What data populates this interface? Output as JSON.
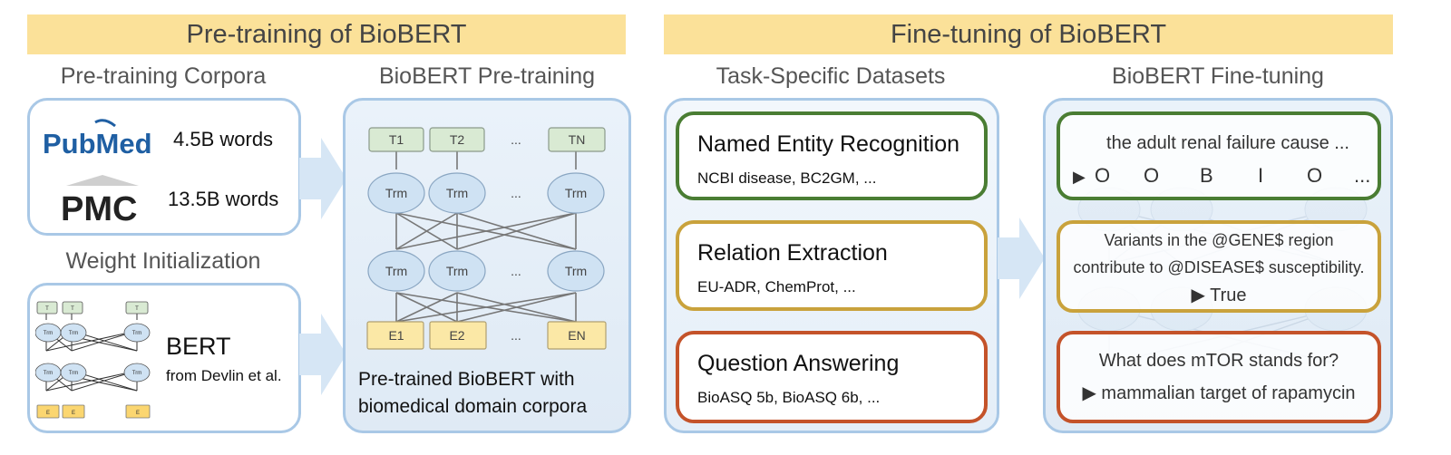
{
  "left_banner": "Pre-training of BioBERT",
  "right_banner": "Fine-tuning of BioBERT",
  "headings": {
    "corpora": "Pre-training Corpora",
    "pretraining": "BioBERT Pre-training",
    "weight_init": "Weight Initialization",
    "datasets": "Task-Specific Datasets",
    "finetuning": "BioBERT Fine-tuning"
  },
  "corpora": {
    "pubmed_logo": "PubMed",
    "pubmed_words": "4.5B words",
    "pmc_logo": "PMC",
    "pmc_words": "13.5B words"
  },
  "weight_init": {
    "bert_title": "BERT",
    "bert_source": "from Devlin et al."
  },
  "network": {
    "top_labels": [
      "T1",
      "T2",
      "...",
      "TN"
    ],
    "trm_label": "Trm",
    "ellipsis": "...",
    "bottom_labels": [
      "E1",
      "E2",
      "...",
      "EN"
    ]
  },
  "pretrained_caption_line1": "Pre-trained BioBERT with",
  "pretrained_caption_line2": "biomedical domain corpora",
  "tasks": [
    {
      "name": "Named Entity Recognition",
      "datasets": "NCBI disease, BC2GM, ...",
      "color": "#4a7d33"
    },
    {
      "name": "Relation Extraction",
      "datasets": "EU-ADR, ChemProt, ...",
      "color": "#c9a23c"
    },
    {
      "name": "Question Answering",
      "datasets": "BioASQ 5b, BioASQ 6b, ...",
      "color": "#c4532a"
    }
  ],
  "ner_example": {
    "sentence": "the adult renal failure cause ...",
    "tags": [
      "O",
      "O",
      "B",
      "I",
      "O",
      "..."
    ]
  },
  "re_example": {
    "line1": "Variants in the @GENE$ region",
    "line2": "contribute to @DISEASE$ susceptibility.",
    "answer": "True"
  },
  "qa_example": {
    "question": "What does mTOR stands for?",
    "answer": "mammalian target of rapamycin"
  },
  "colors": {
    "banner": "#fbe199",
    "panel_border": "#a9c8e6",
    "trm_fill": "#cfe2f3",
    "top_token": "#d9ead3",
    "bottom_token": "#fbe8a6",
    "pubmed_blue": "#1f5fa3"
  }
}
